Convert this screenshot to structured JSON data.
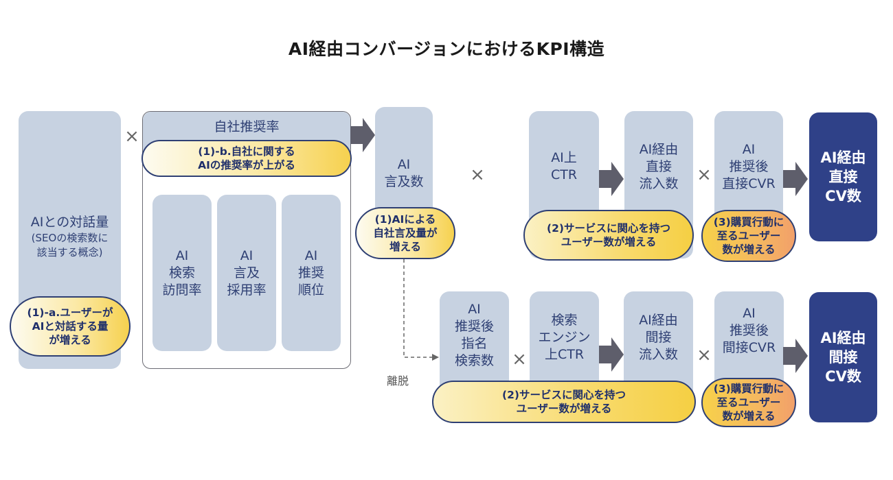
{
  "title": "AI経由コンバージョンにおけるKPI構造",
  "operator_symbol": "×",
  "colors": {
    "metric_box": "#c7d2e1",
    "metric_text": "#2e3f73",
    "result_box": "#2f4188",
    "arrow": "#5e5e6b",
    "pill_border": "#2e3f73",
    "pill_yellow": "#f6d14f",
    "pill_orange": "#f2a06a"
  },
  "dialogue_volume": {
    "lines": [
      "AIとの対話量"
    ],
    "note_lines": [
      "(SEOの検索数に",
      "該当する概念)"
    ],
    "driver_lines": [
      "(1)-a.ユーザーが",
      "AIと対話する量",
      "が増える"
    ]
  },
  "recommendation_rate": {
    "header": "自社推奨率",
    "driver_lines": [
      "(1)-b.自社に関する",
      "AIの推奨率が上がる"
    ],
    "components": [
      {
        "lines": [
          "AI",
          "検索",
          "訪問率"
        ]
      },
      {
        "lines": [
          "AI",
          "言及",
          "採用率"
        ]
      },
      {
        "lines": [
          "AI",
          "推奨",
          "順位"
        ]
      }
    ]
  },
  "mentions": {
    "lines": [
      "AI",
      "言及数"
    ],
    "driver_lines": [
      "(1)AIによる",
      "自社言及量が",
      "増える"
    ]
  },
  "direct_path": {
    "ctr": {
      "lines": [
        "AI上",
        "CTR"
      ]
    },
    "inflow": {
      "lines": [
        "AI経由",
        "直接",
        "流入数"
      ]
    },
    "cvr": {
      "lines": [
        "AI",
        "推奨後",
        "直接CVR"
      ]
    },
    "result": {
      "lines": [
        "AI経由",
        "直接",
        "CV数"
      ]
    },
    "driver2_lines": [
      "(2)サービスに関心を持つ",
      "ユーザー数が増える"
    ],
    "driver3_lines": [
      "(3)購買行動に",
      "至るユーザー",
      "数が増える"
    ]
  },
  "indirect_path": {
    "branch_label": "離脱",
    "named_search": {
      "lines": [
        "AI",
        "推奨後",
        "指名",
        "検索数"
      ]
    },
    "search_ctr": {
      "lines": [
        "検索",
        "エンジン",
        "上CTR"
      ]
    },
    "inflow": {
      "lines": [
        "AI経由",
        "間接",
        "流入数"
      ]
    },
    "cvr": {
      "lines": [
        "AI",
        "推奨後",
        "間接CVR"
      ]
    },
    "result": {
      "lines": [
        "AI経由",
        "間接",
        "CV数"
      ]
    },
    "driver2_lines": [
      "(2)サービスに関心を持つ",
      "ユーザー数が増える"
    ],
    "driver3_lines": [
      "(3)購買行動に",
      "至るユーザー",
      "数が増える"
    ]
  }
}
